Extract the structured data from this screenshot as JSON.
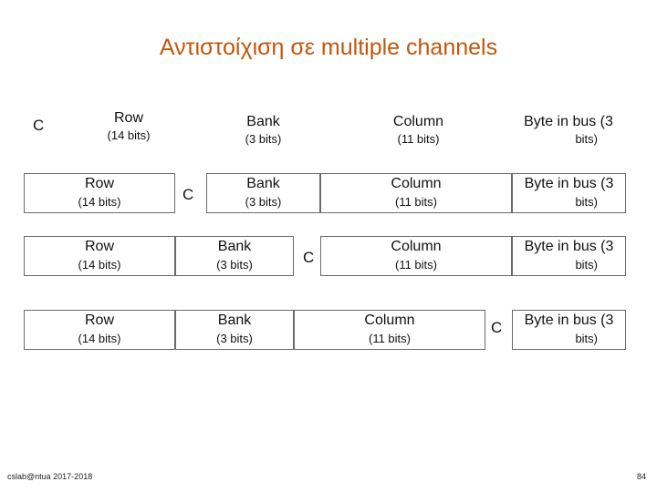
{
  "title": "Αντιστοίχιση σε multiple channels",
  "channel_label": "C",
  "fields": {
    "row": {
      "label": "Row",
      "bits": "(14 bits)"
    },
    "bank": {
      "label": "Bank",
      "bits": "(3 bits)"
    },
    "column": {
      "label": "Column",
      "bits": "(11 bits)"
    },
    "byte": {
      "label": "Byte in bus (3",
      "bits": "bits)"
    }
  },
  "footer": {
    "left": "cslab@ntua 2017-2018",
    "right": "84"
  }
}
